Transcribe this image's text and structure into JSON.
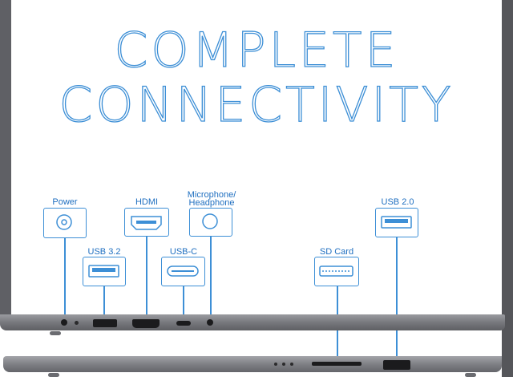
{
  "title": {
    "line1": "COMPLETE",
    "line2": "CONNECTIVITY"
  },
  "ports": {
    "power": "Power",
    "hdmi": "HDMI",
    "microphone_line1": "Microphone/",
    "microphone_line2": "Headphone",
    "usb32": "USB 3.2",
    "usbc": "USB-C",
    "sdcard": "SD Card",
    "usb20": "USB 2.0"
  },
  "colors": {
    "accent": "#3d8fd6",
    "laptop": "#7a7b80"
  },
  "icons": [
    "power-port-icon",
    "hdmi-port-icon",
    "audio-jack-icon",
    "usb-a-port-icon",
    "usb-c-port-icon",
    "sd-card-slot-icon"
  ]
}
